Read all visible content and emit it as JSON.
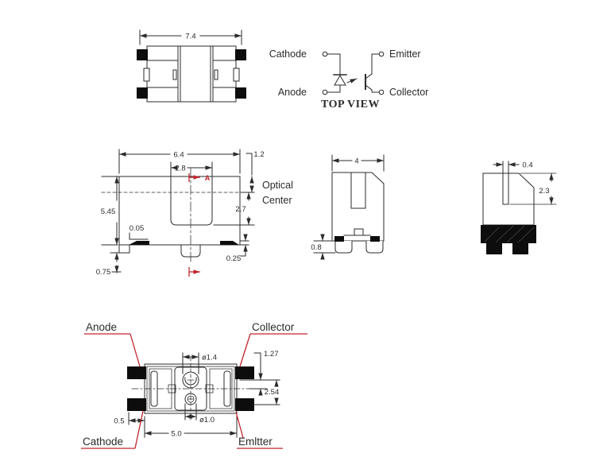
{
  "colors": {
    "line": "#2b2b2b",
    "accent_red": "#c2262e",
    "pad_black": "#0d0d0d",
    "background": "#ffffff"
  },
  "schematic": {
    "pin_top_left": "Cathode",
    "pin_bottom_left": "Anode",
    "pin_top_right": "Emitter",
    "pin_bottom_right": "Collector",
    "caption": "TOP VIEW"
  },
  "top_view": {
    "dim_width": "7.4"
  },
  "front_view": {
    "dim_width": "6.4",
    "dim_slot_width": "2.8",
    "dim_top_to_optical": "1.2",
    "dim_height": "5.45",
    "dim_optical_to_slot": "2.7",
    "dim_step": "0.05",
    "dim_standoff": "0.25",
    "dim_lead": "0.75",
    "optical_label_line1": "Optical",
    "optical_label_line2": "Center",
    "section_label": "A"
  },
  "side_view": {
    "dim_width": "4",
    "dim_foot_height": "0.8"
  },
  "section_view": {
    "dim_slot_width": "0.4",
    "dim_slot_depth": "2.3"
  },
  "bottom_view": {
    "pin_top_left": "Anode",
    "pin_top_right": "Collector",
    "pin_bottom_left": "Cathode",
    "pin_bottom_right": "Emltter",
    "dim_hole_large": "ø1.4",
    "dim_half_pitch": "1.27",
    "dim_pitch": "2.54",
    "dim_hole_small": "ø1.0",
    "dim_length": "5.0",
    "dim_pad_width": "0.5"
  }
}
